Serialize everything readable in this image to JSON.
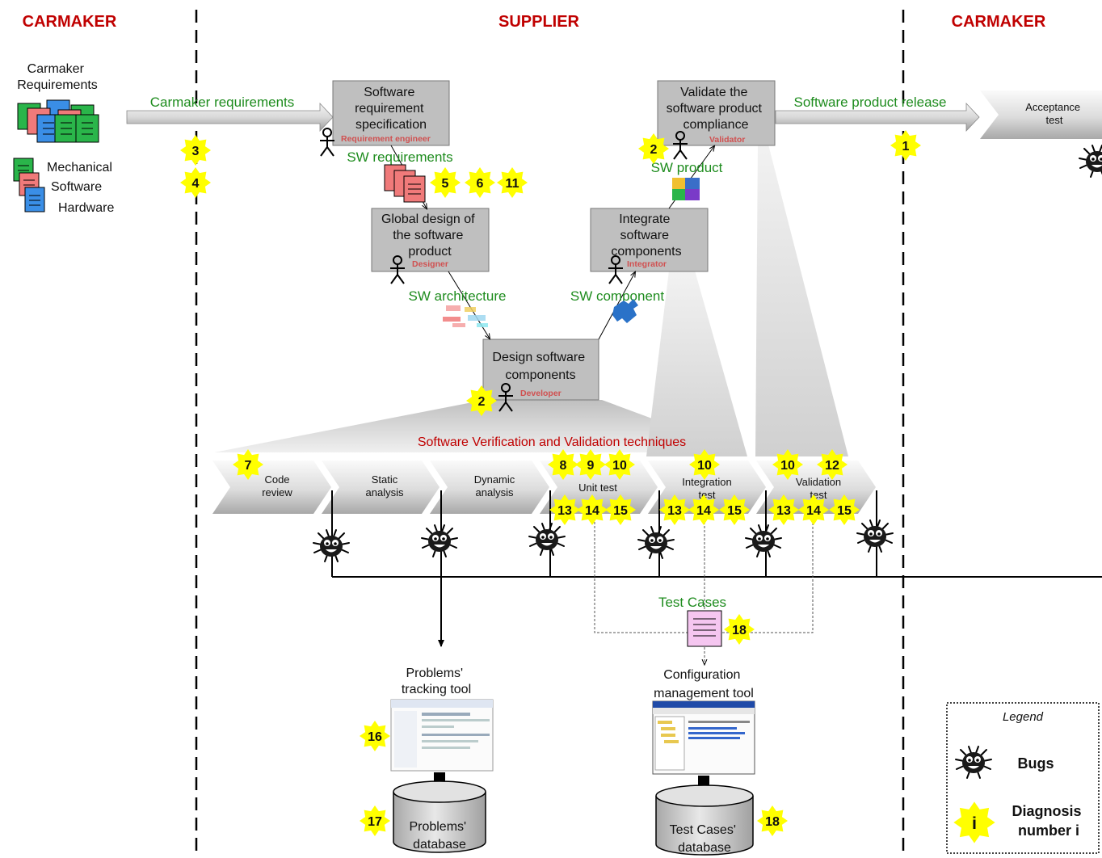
{
  "regions": {
    "left": "CARMAKER",
    "center": "SUPPLIER",
    "right": "CARMAKER"
  },
  "inputs": {
    "carmaker_requirements_lines": [
      "Carmaker",
      "Requirements"
    ],
    "categories": [
      "Mechanical",
      "Software",
      "Hardware"
    ]
  },
  "flows": {
    "carmaker_requirements": "Carmaker requirements",
    "sw_requirements": "SW requirements",
    "sw_architecture": "SW architecture",
    "sw_component": "SW component",
    "sw_product": "SW product",
    "software_product_release": "Software product release",
    "test_cases": "Test Cases"
  },
  "process_boxes": {
    "srs": {
      "lines": [
        "Software",
        "requirement",
        "specification"
      ],
      "role": "Requirement engineer"
    },
    "global_design": {
      "lines": [
        "Global design of",
        "the software",
        "product"
      ],
      "role": "Designer"
    },
    "design_components": {
      "lines": [
        "Design software",
        "components"
      ],
      "role": "Developer"
    },
    "integrate": {
      "lines": [
        "Integrate",
        "software",
        "components"
      ],
      "role": "Integrator"
    },
    "validate": {
      "lines": [
        "Validate the",
        "software product",
        "compliance"
      ],
      "role": "Validator"
    }
  },
  "acceptance": {
    "lines": [
      "Acceptance",
      "test"
    ]
  },
  "vv_title": "Software Verification and Validation techniques",
  "techniques": [
    {
      "lines": [
        "Code",
        "review"
      ]
    },
    {
      "lines": [
        "Static",
        "analysis"
      ]
    },
    {
      "lines": [
        "Dynamic",
        "analysis"
      ]
    },
    {
      "lines": [
        "Unit test"
      ]
    },
    {
      "lines": [
        "Integration",
        "test"
      ]
    },
    {
      "lines": [
        "Validation",
        "test"
      ]
    }
  ],
  "tools": {
    "problems_tracking_lines": [
      "Problems'",
      "tracking tool"
    ],
    "problems_db_lines": [
      "Problems'",
      "database"
    ],
    "config_mgmt_lines": [
      "Configuration",
      "management tool"
    ],
    "test_cases_db_lines": [
      "Test Cases'",
      "database"
    ]
  },
  "diagnoses": {
    "d3": "3",
    "d4": "4",
    "d5": "5",
    "d6": "6",
    "d11": "11",
    "d2_validator": "2",
    "d2_developer": "2",
    "d1": "1",
    "d7": "7",
    "d8": "8",
    "d9": "9",
    "d10_unit": "10",
    "d10_integration": "10",
    "d10_validation": "10",
    "d12": "12",
    "d13_unit": "13",
    "d14_unit": "14",
    "d15_unit": "15",
    "d13_integration": "13",
    "d14_integration": "14",
    "d15_integration": "15",
    "d13_validation": "13",
    "d14_validation": "14",
    "d15_validation": "15",
    "d16": "16",
    "d17": "17",
    "d18_test_cases": "18",
    "d18_database": "18"
  },
  "legend": {
    "title": "Legend",
    "bugs": "Bugs",
    "diagnosis_lines": [
      "Diagnosis",
      "number i"
    ],
    "badge_symbol": "i"
  },
  "colors": {
    "region_title": "#c00000",
    "flow_label": "#1e8c1e",
    "role_label": "#d05050",
    "box_fill": "#bfbfbf",
    "badge_fill": "#ffff00",
    "doc_green": "#2ab54a",
    "doc_red": "#f07a7a",
    "doc_blue": "#3a8ee6",
    "test_case_fill": "#f5c6f0"
  },
  "icons": [
    "bug-icon",
    "person-icon",
    "document-icon",
    "database-icon",
    "puzzle-icon",
    "screenshot-icon"
  ]
}
